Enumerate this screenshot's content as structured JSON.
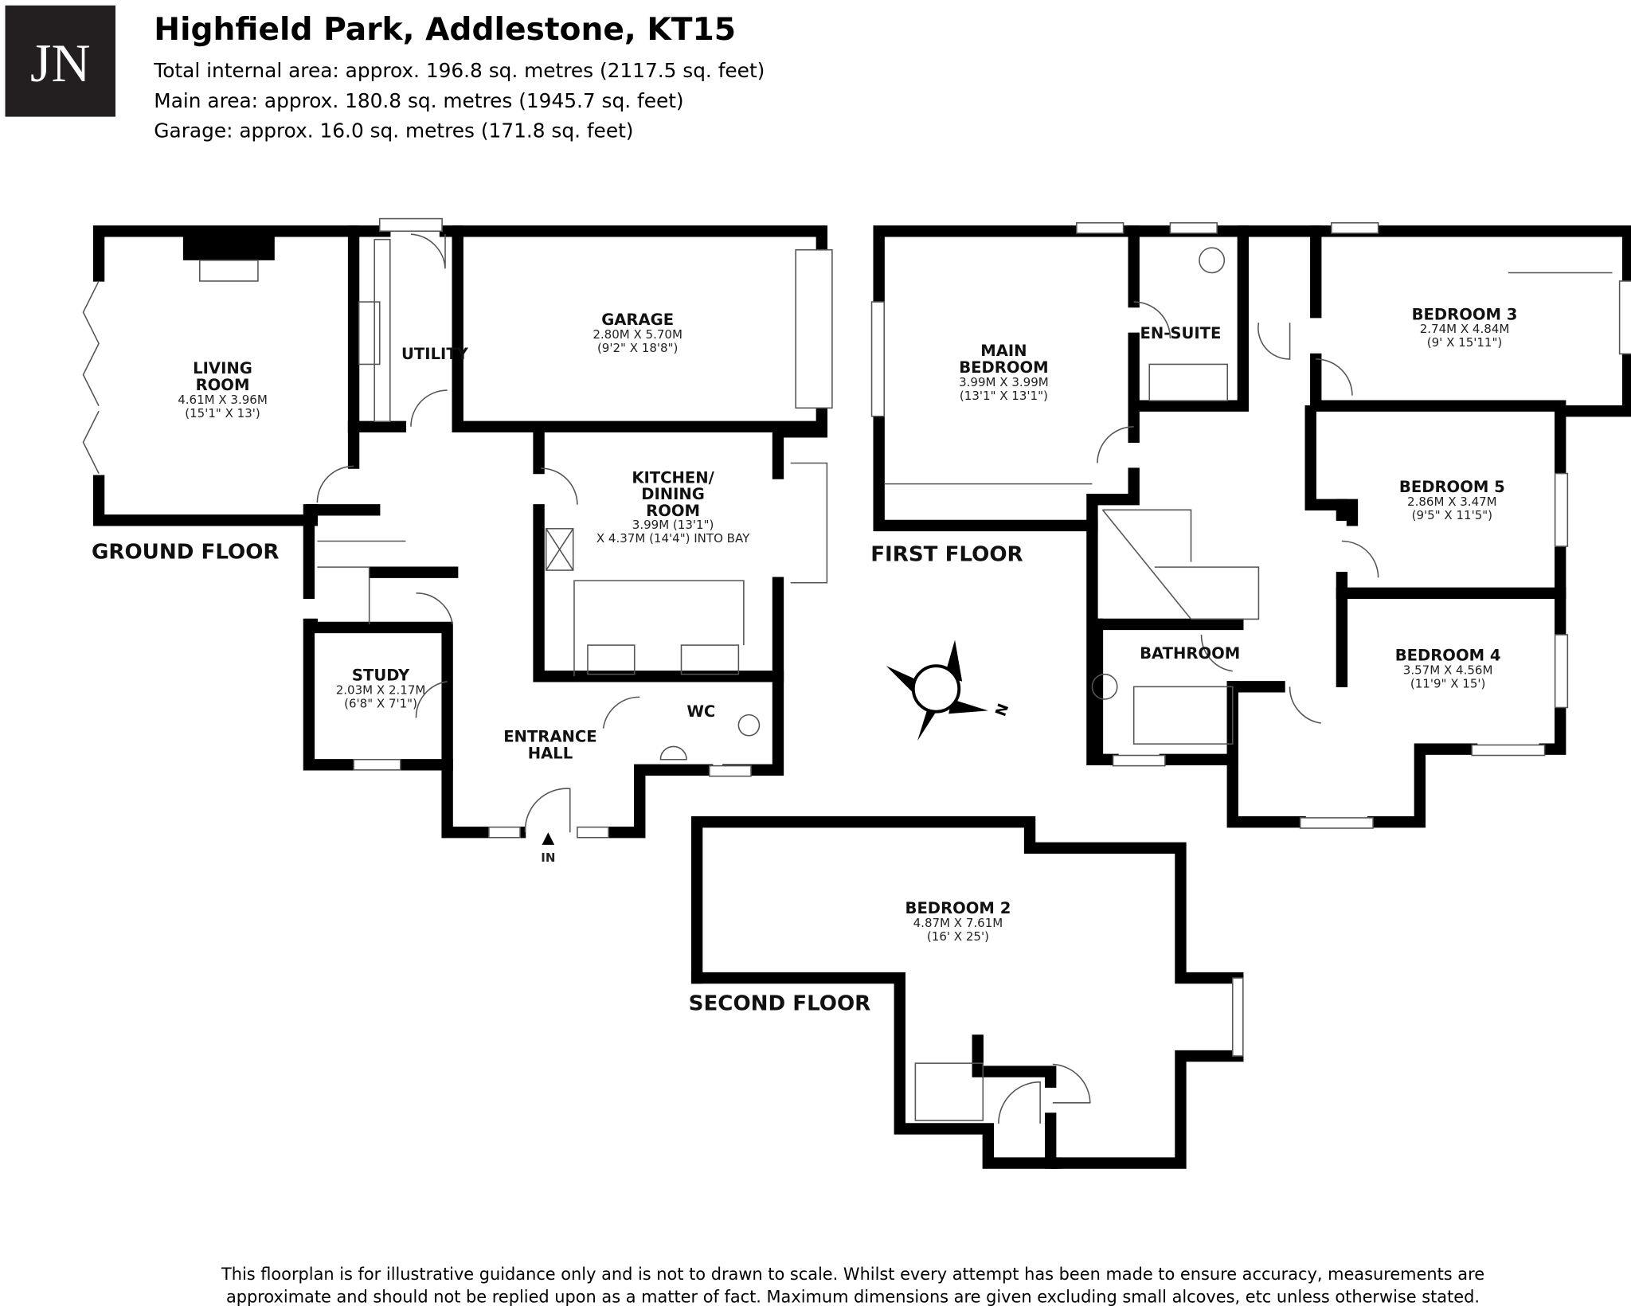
{
  "header": {
    "logo": "JN",
    "title": "Highfield Park, Addlestone, KT15",
    "areas": [
      "Total internal area: approx. 196.8 sq. metres (2117.5 sq. feet)",
      "Main area: approx. 180.8 sq. metres (1945.7 sq. feet)",
      "Garage: approx. 16.0 sq. metres (171.8 sq. feet)"
    ]
  },
  "colors": {
    "logo_bg": "#231f20",
    "walls": "#000000"
  },
  "floors": {
    "ground": {
      "label": "GROUND FLOOR",
      "entrance_marker": "IN",
      "rooms": {
        "living": {
          "name": [
            "LIVING",
            "ROOM"
          ],
          "metric": "4.61M X 3.96M",
          "imperial": "(15'1\" X 13')"
        },
        "utility": {
          "name": "UTILITY"
        },
        "garage": {
          "name": "GARAGE",
          "metric": "2.80M X 5.70M",
          "imperial": "(9'2\" X 18'8\")"
        },
        "kitchen": {
          "name": [
            "KITCHEN/",
            "DINING",
            "ROOM"
          ],
          "metric": "3.99M (13'1\")",
          "imperial": "X 4.37M (14'4\") INTO BAY"
        },
        "study": {
          "name": "STUDY",
          "metric": "2.03M X 2.17M",
          "imperial": "(6'8\" X 7'1\")"
        },
        "hall": {
          "name": [
            "ENTRANCE",
            "HALL"
          ]
        },
        "wc": {
          "name": "WC"
        }
      }
    },
    "first": {
      "label": "FIRST FLOOR",
      "rooms": {
        "main_bedroom": {
          "name": [
            "MAIN",
            "BEDROOM"
          ],
          "metric": "3.99M X 3.99M",
          "imperial": "(13'1\" X 13'1\")"
        },
        "ensuite": {
          "name": "EN-SUITE"
        },
        "bedroom3": {
          "name": "BEDROOM 3",
          "metric": "2.74M X 4.84M",
          "imperial": "(9' X 15'11\")"
        },
        "bedroom5": {
          "name": "BEDROOM 5",
          "metric": "2.86M X 3.47M",
          "imperial": "(9'5\" X 11'5\")"
        },
        "bedroom4": {
          "name": "BEDROOM 4",
          "metric": "3.57M X 4.56M",
          "imperial": "(11'9\" X 15')"
        },
        "bathroom": {
          "name": "BATHROOM"
        }
      }
    },
    "second": {
      "label": "SECOND FLOOR",
      "rooms": {
        "bedroom2": {
          "name": "BEDROOM 2",
          "metric": "4.87M X 7.61M",
          "imperial": "(16' X 25')"
        }
      }
    }
  },
  "compass": {
    "icon": "compass-rose-icon",
    "north_label": "N"
  },
  "footer": [
    "This floorplan is for illustrative guidance only and is not to drawn to scale. Whilst every attempt has been made to ensure accuracy, measurements are",
    "approximate and should not be replied upon as a matter of fact. Maximum dimensions are given excluding small alcoves, etc unless otherwise stated."
  ]
}
